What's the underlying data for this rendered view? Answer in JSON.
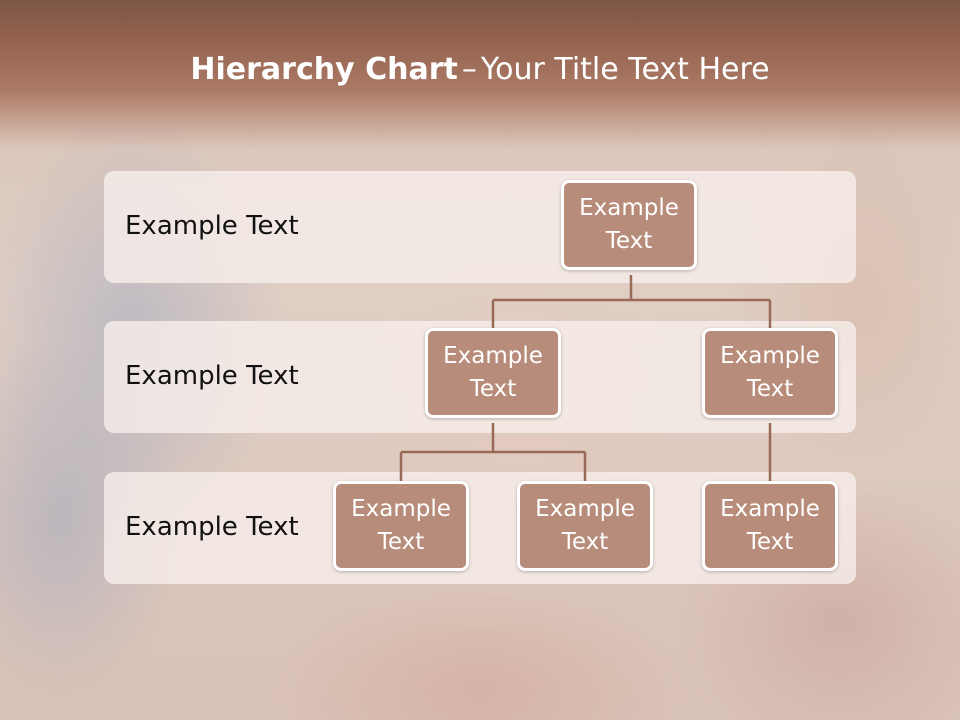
{
  "title": {
    "bold": "Hierarchy Chart",
    "separator": "–",
    "rest": "Your Title Text Here"
  },
  "bands": [
    {
      "label": "Example Text"
    },
    {
      "label": "Example Text"
    },
    {
      "label": "Example Text"
    }
  ],
  "nodes": [
    {
      "line1": "Example",
      "line2": "Text"
    },
    {
      "line1": "Example",
      "line2": "Text"
    },
    {
      "line1": "Example",
      "line2": "Text"
    },
    {
      "line1": "Example",
      "line2": "Text"
    },
    {
      "line1": "Example",
      "line2": "Text"
    },
    {
      "line1": "Example",
      "line2": "Text"
    }
  ],
  "colors": {
    "header": "#93624f",
    "node_fill": "#b88c7a",
    "node_border": "#ffffff",
    "connector": "#9a6a58",
    "band": "#f6eeea"
  }
}
